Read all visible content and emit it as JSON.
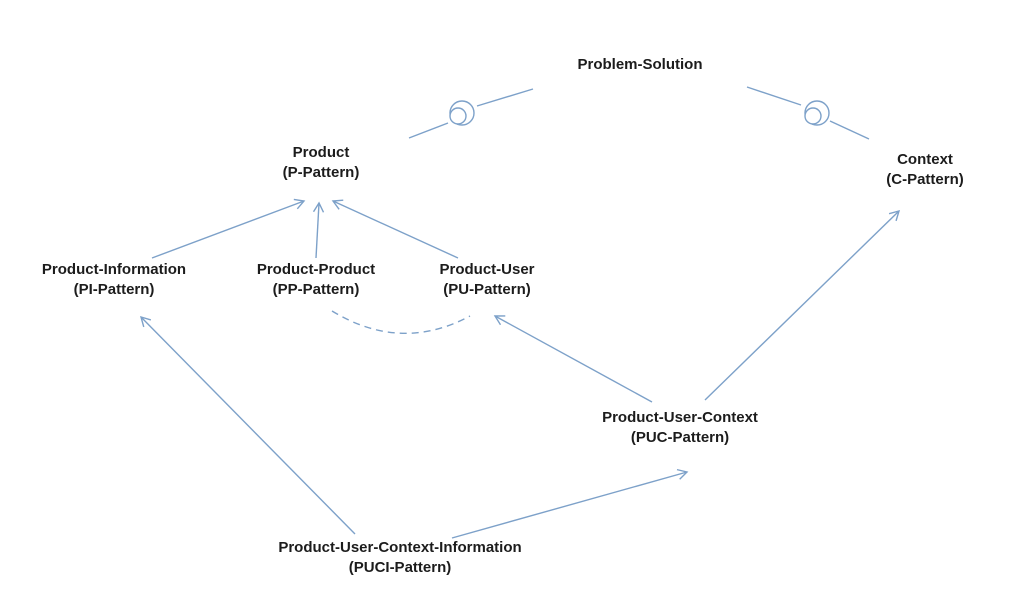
{
  "diagram": {
    "title": "Pattern hierarchy diagram",
    "colors": {
      "line": "#7da1c9",
      "text": "#1c1c1c",
      "background": "#ffffff"
    },
    "nodes": {
      "problem_solution": {
        "label": "Problem-Solution",
        "sublabel": ""
      },
      "product": {
        "label": "Product",
        "sublabel": "(P-Pattern)"
      },
      "context": {
        "label": "Context",
        "sublabel": "(C-Pattern)"
      },
      "product_information": {
        "label": "Product-Information",
        "sublabel": "(PI-Pattern)"
      },
      "product_product": {
        "label": "Product-Product",
        "sublabel": "(PP-Pattern)"
      },
      "product_user": {
        "label": "Product-User",
        "sublabel": "(PU-Pattern)"
      },
      "product_user_context": {
        "label": "Product-User-Context",
        "sublabel": "(PUC-Pattern)"
      },
      "product_user_context_information": {
        "label": "Product-User-Context-Information",
        "sublabel": "(PUCI-Pattern)"
      }
    },
    "edges": [
      {
        "from": "Product-Information",
        "to": "Product",
        "type": "solid-arrow"
      },
      {
        "from": "Product-Product",
        "to": "Product",
        "type": "solid-arrow"
      },
      {
        "from": "Product-User",
        "to": "Product",
        "type": "solid-arrow"
      },
      {
        "from": "Product-User-Context",
        "to": "Product-User",
        "type": "solid-arrow"
      },
      {
        "from": "Product-User-Context",
        "to": "Context",
        "type": "solid-arrow"
      },
      {
        "from": "Product-User-Context-Information",
        "to": "Product-Information",
        "type": "solid-arrow"
      },
      {
        "from": "Product-User-Context-Information",
        "to": "Product-User-Context",
        "type": "solid-arrow"
      },
      {
        "from": "Product-Product",
        "to": "Product-User",
        "type": "dashed-curve"
      },
      {
        "from": "Problem-Solution",
        "to": "Product",
        "type": "line-with-circle-connector"
      },
      {
        "from": "Problem-Solution",
        "to": "Context",
        "type": "line-with-circle-connector"
      }
    ]
  }
}
